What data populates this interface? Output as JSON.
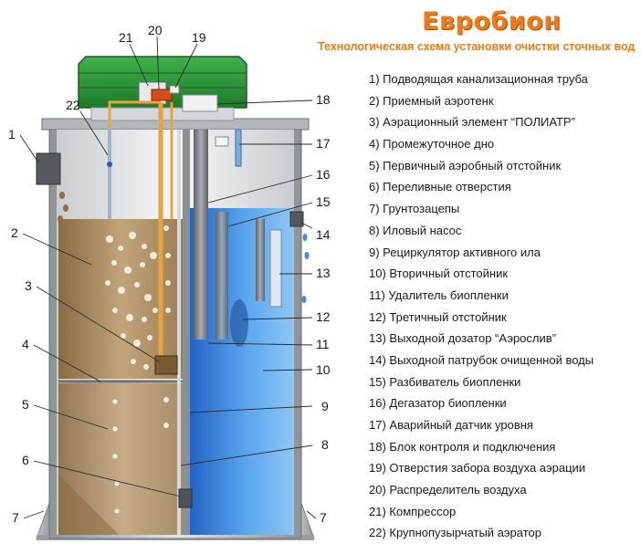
{
  "brand": "Евробион",
  "subtitle": "Технологическая схема установки очистки сточных вод",
  "legend": [
    "1) Подводящая канализационная труба",
    "2) Приемный аэротенк",
    "3) Аэрационный элемент “ПОЛИАТР”",
    "4) Промежуточное дно",
    "5) Первичный аэробный отстойник",
    "6) Переливные отверстия",
    "7) Грунтозацепы",
    "8) Иловый насос",
    "9) Рециркулятор активного ила",
    "10) Вторичный отстойник",
    "11) Удалитель биопленки",
    "12) Третичный отстойник",
    "13) Выходной дозатор  “Аэрослив”",
    "14) Выходной патрубок очищенной воды",
    "15) Разбиватель биопленки",
    "16) Дегазатор биопленки",
    "17) Аварийный датчик уровня",
    "18) Блок контроля и подключения",
    "19) Отверстия забора воздуха аэрации",
    "20) Распределитель воздуха",
    "21) Компрессор",
    "22) Крупнопузырчатый аэратор"
  ],
  "callouts": {
    "n1": "1",
    "n2": "2",
    "n3": "3",
    "n4": "4",
    "n5": "5",
    "n6": "6",
    "n7l": "7",
    "n7r": "7",
    "n8": "8",
    "n9": "9",
    "n10": "10",
    "n11": "11",
    "n12": "12",
    "n13": "13",
    "n14": "14",
    "n15": "15",
    "n16": "16",
    "n17": "17",
    "n18": "18",
    "n19": "19",
    "n20": "20",
    "n21": "21",
    "n22": "22"
  },
  "colors": {
    "brand": "#f07a18",
    "lid": "#2f9a3a",
    "sludge": "#a98a5d",
    "clean_water": "#3f8ee0",
    "tank_wall": "#b9bcc0",
    "air_pipe": "#e8a23a"
  }
}
